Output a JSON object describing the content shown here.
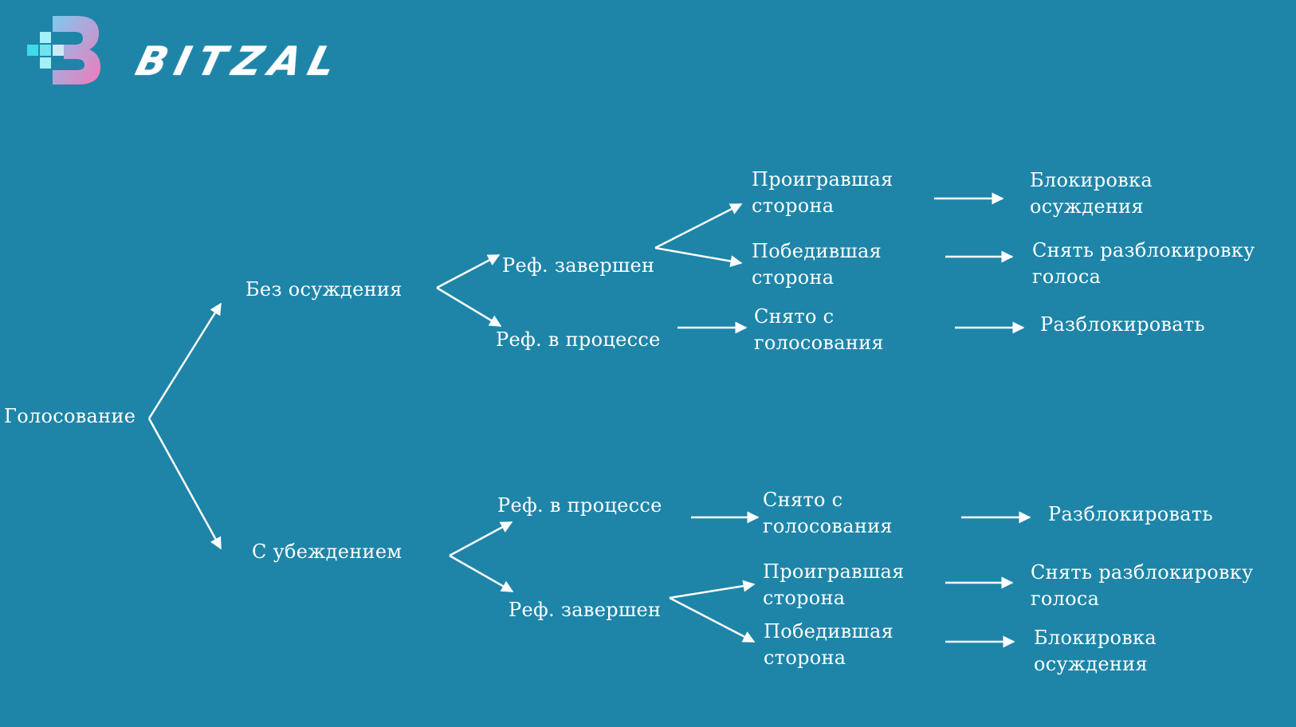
{
  "logo": {
    "text": "BITZAL",
    "colors": {
      "square_light": "#a5f0f7",
      "square_cyan": "#3fd9e8",
      "gradient_start": "#7fc8f2",
      "gradient_end": "#f07ab8"
    }
  },
  "colors": {
    "background": "#1e85a8",
    "text": "#ffffff",
    "arrow": "#ffffff"
  },
  "nodes": {
    "voting": "Голосование",
    "no_conviction": "Без осуждения",
    "with_conviction": "С убеждением",
    "a_ref_done": "Реф. завершен",
    "a_ref_progress": "Реф. в процессе",
    "a_lost_1": "Проигравшая",
    "a_lost_2": "сторона",
    "a_won_1": "Победившая",
    "a_won_2": "сторона",
    "a_removed_1": "Снято с",
    "a_removed_2": "голосования",
    "a_block_1": "Блокировка",
    "a_block_2": "осуждения",
    "a_unlock_vote_1": "Снять разблокировку",
    "a_unlock_vote_2": "голоса",
    "a_unlock": "Разблокировать",
    "b_ref_progress": "Реф. в процессе",
    "b_ref_done": "Реф. завершен",
    "b_removed_1": "Снято с",
    "b_removed_2": "голосования",
    "b_unlock": "Разблокировать",
    "b_lost_1": "Проигравшая",
    "b_lost_2": "сторона",
    "b_won_1": "Победившая",
    "b_won_2": "сторона",
    "b_unlock_vote_1": "Снять разблокировку",
    "b_unlock_vote_2": "голоса",
    "b_block_1": "Блокировка",
    "b_block_2": "осуждения"
  }
}
